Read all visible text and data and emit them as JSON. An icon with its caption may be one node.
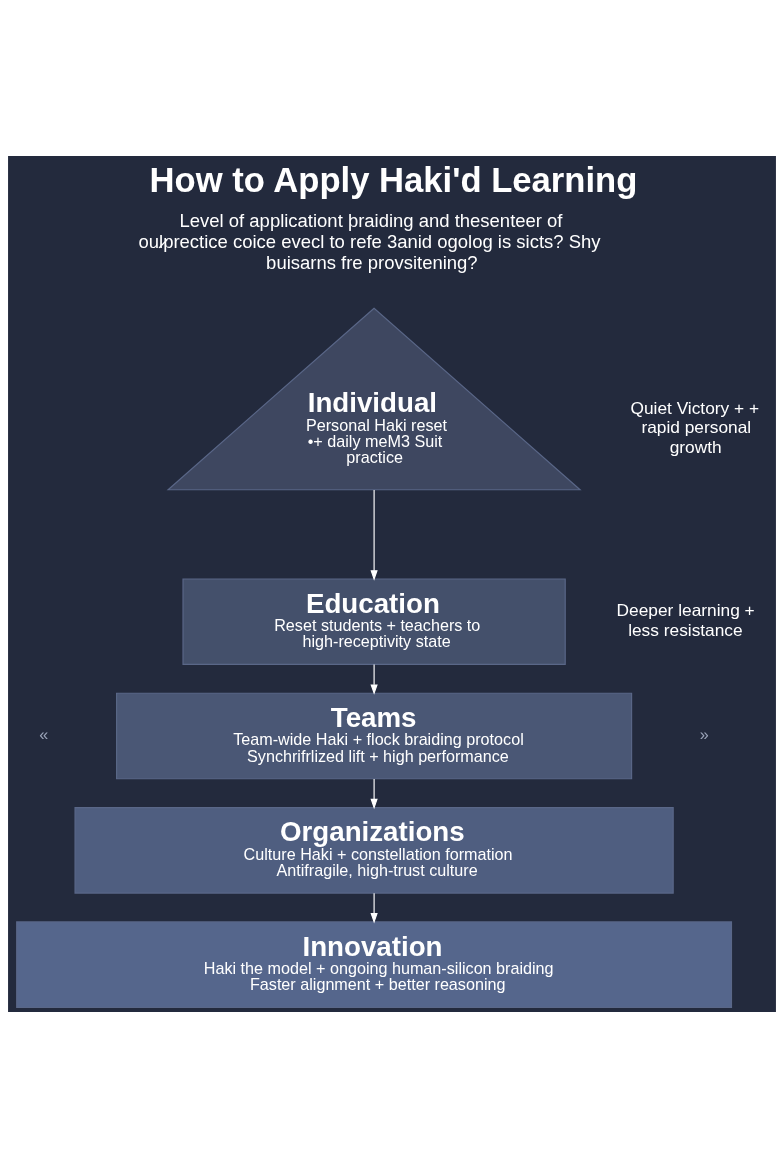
{
  "diagram": {
    "title": "How to Apply Haki'd Learning",
    "nodes": [
      {
        "text": [
          "Individual",
          "Personal Haki reset •+ daily meM3 Suit practice"
        ],
        "beside": [
          "Quiet Victory + + rapid personal growth"
        ]
      },
      {
        "text": [
          "Education",
          "Reset students + teachers to high-receptivity state"
        ],
        "beside": [
          "Deeper learning + less resistance"
        ]
      },
      {
        "text": [
          "Teams",
          "Team-wide Haki + flock braiding protocol",
          "Synchrifrlized lift + high performance"
        ]
      },
      {
        "text": [
          "Organizations",
          "Culture Haki + constellation formation",
          "Antifragile, high-trust culture"
        ]
      },
      {
        "text": [
          "Innovation",
          "Haki the model + ongoing human-silicon braiding",
          "Faster alignment + better reasoning"
        ]
      }
    ],
    "edges": [
      {
        "from": 0,
        "to": 1,
        "arrow": "to"
      },
      {
        "from": 1,
        "to": 2,
        "arrow": "to"
      },
      {
        "from": 2,
        "to": 3,
        "arrow": "to"
      },
      {
        "from": 3,
        "to": 4,
        "arrow": "to"
      }
    ],
    "labels": [
      "Level of applicationt þraiding and thesenteer of oul̷prectice coice evecl to refe 3anid ogolog is sicts? Shy buisarns fre provsitening?",
      "«",
      "»"
    ]
  }
}
